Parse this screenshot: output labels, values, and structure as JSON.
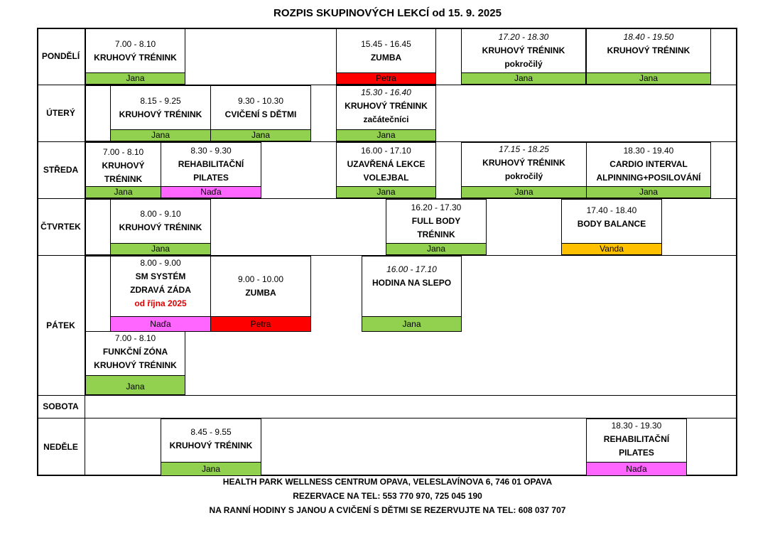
{
  "title": "ROZPIS SKUPINOVÝCH LEKCÍ od 15. 9. 2025",
  "colors": {
    "green": "#92d050",
    "red": "#ff0000",
    "pink": "#ff66ff",
    "orange": "#ffc000"
  },
  "days": {
    "mon": "PONDĚLÍ",
    "tue": "ÚTERÝ",
    "wed": "STŘEDA",
    "thu": "ČTVRTEK",
    "fri": "PÁTEK",
    "sat": "SOBOTA",
    "sun": "NEDĚLE"
  },
  "lessons": {
    "mon1": {
      "time": "7.00 - 8.10",
      "name": "KRUHOVÝ TRÉNINK",
      "instructor": "Jana"
    },
    "mon2": {
      "time": "15.45 - 16.45",
      "name": "ZUMBA",
      "instructor": "Petra"
    },
    "mon3": {
      "time": "17.20 - 18.30",
      "name": "KRUHOVÝ TRÉNINK",
      "extra": "pokročilý",
      "instructor": "Jana"
    },
    "mon4": {
      "time": "18.40 - 19.50",
      "name": "KRUHOVÝ TRÉNINK",
      "instructor": "Jana"
    },
    "tue1": {
      "time": "8.15 - 9.25",
      "name": "KRUHOVÝ TRÉNINK",
      "instructor": "Jana"
    },
    "tue2": {
      "time": "9.30 - 10.30",
      "name": "CVIČENÍ S DĚTMI",
      "instructor": "Jana"
    },
    "tue3": {
      "time": "15.30 - 16.40",
      "name": "KRUHOVÝ TRÉNINK",
      "extra": "začátečníci",
      "instructor": "Jana"
    },
    "wed1": {
      "time": "7.00 - 8.10",
      "name": "KRUHOVÝ",
      "name2": "TRÉNINK",
      "instructor": "Jana"
    },
    "wed2": {
      "time": "8.30 - 9.30",
      "name": "REHABILITAČNÍ",
      "name2": "PILATES",
      "instructor": "Naďa"
    },
    "wed3": {
      "time": "16.00 - 17.10",
      "name": "UZAVŘENÁ LEKCE",
      "name2": "VOLEJBAL",
      "instructor": "Jana"
    },
    "wed4": {
      "time": "17.15 - 18.25",
      "name": "KRUHOVÝ TRÉNINK",
      "extra": "pokročilý",
      "instructor": "Jana"
    },
    "wed5": {
      "time": "18.30 - 19.40",
      "name": "CARDIO INTERVAL",
      "name2": "ALPINNING+POSILOVÁNÍ",
      "instructor": "Jana"
    },
    "thu1": {
      "time": "8.00 - 9.10",
      "name": "KRUHOVÝ TRÉNINK",
      "instructor": "Jana"
    },
    "thu2": {
      "time": "16.20 - 17.30",
      "name": "FULL BODY",
      "name2": "TRÉNINK",
      "instructor": "Jana"
    },
    "thu3": {
      "time": "17.40 - 18.40",
      "name": "BODY BALANCE",
      "instructor": "Vanda"
    },
    "fri1": {
      "time": "8.00 - 9.00",
      "name": "SM SYSTÉM",
      "name2": "ZDRAVÁ ZÁDA",
      "extra": "od října 2025",
      "instructor": "Naďa"
    },
    "fri2": {
      "time": "9.00 - 10.00",
      "name": "ZUMBA",
      "instructor": "Petra"
    },
    "fri3": {
      "time": "16.00 - 17.10",
      "name": "HODINA NA SLEPO",
      "instructor": "Jana"
    },
    "fri4": {
      "time": "7.00 - 8.10",
      "name": "FUNKČNÍ ZÓNA",
      "name2": "KRUHOVÝ TRÉNINK",
      "instructor": "Jana"
    },
    "sun1": {
      "time": "8.45 - 9.55",
      "name": "KRUHOVÝ TRÉNINK",
      "instructor": "Jana"
    },
    "sun2": {
      "time": "18.30 - 19.30",
      "name": "REHABILITAČNÍ",
      "name2": "PILATES",
      "instructor": "Naďa"
    }
  },
  "footer": {
    "line1": "HEALTH PARK WELLNESS CENTRUM OPAVA, VELESLAVÍNOVA 6, 746 01 OPAVA",
    "line2": "REZERVACE NA TEL: 553 770 970, 725 045 190",
    "line3": "NA RANNÍ HODINY S JANOU A CVIČENÍ S DĚTMI SE REZERVUJTE NA TEL: 608 037 707"
  }
}
